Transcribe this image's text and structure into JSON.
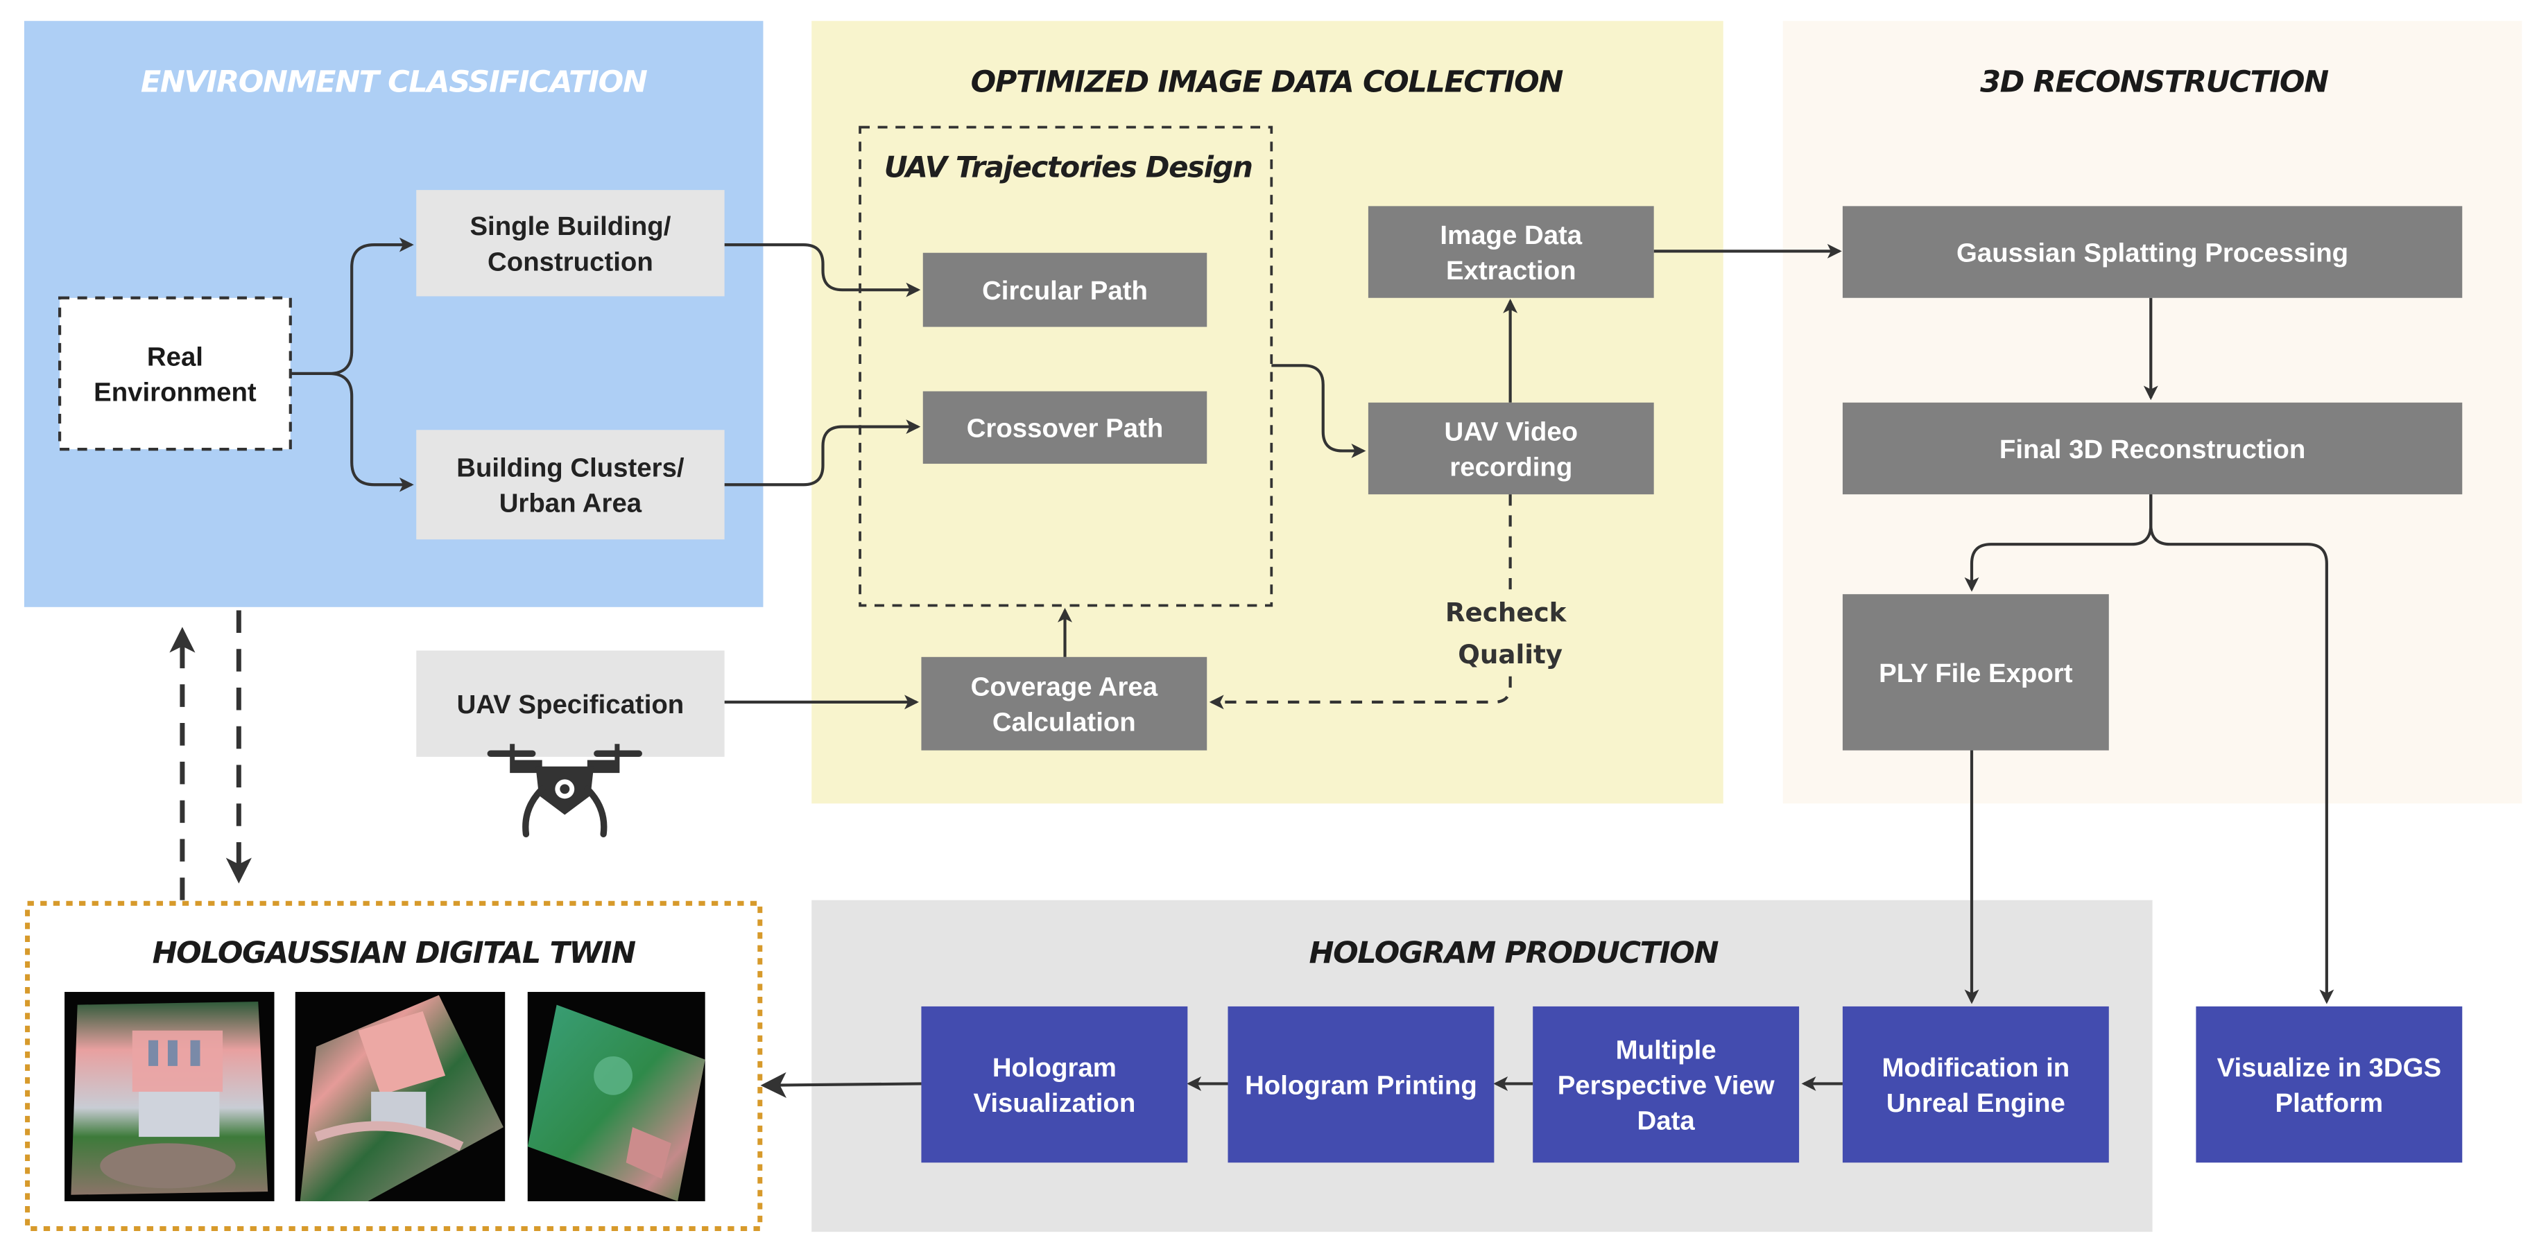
{
  "colors": {
    "env_panel": "#aecff5",
    "collect_panel": "#f8f4cd",
    "recon_panel": "#fdf8f1",
    "hologram_panel": "#e4e4e4",
    "twin_border": "#d79a2b",
    "gray_node": "#808080",
    "light_node": "#e5e5e5",
    "blue_node": "#434caf",
    "arrow": "#333333",
    "env_title": "#ffffff",
    "title_dark": "#1a1a1a"
  },
  "sections": {
    "environment": {
      "title": "ENVIRONMENT CLASSIFICATION"
    },
    "collection": {
      "title": "OPTIMIZED IMAGE DATA COLLECTION",
      "subgroup_title": "UAV Trajectories Design"
    },
    "reconstruction": {
      "title": "3D RECONSTRUCTION"
    },
    "hologram": {
      "title": "HOLOGRAM PRODUCTION"
    },
    "twin": {
      "title": "HOLOGAUSSIAN DIGITAL TWIN",
      "images": [
        {
          "alt": "Hologram photo of a single building with pink rooftop and surrounding greenery"
        },
        {
          "alt": "Hologram photo of building viewed at an angle with curved plaza"
        },
        {
          "alt": "Hologram photo of an urban area aerial view with green landscape"
        }
      ]
    }
  },
  "nodes": {
    "real_env": [
      "Real",
      "Environment"
    ],
    "single_building": [
      "Single Building/",
      "Construction"
    ],
    "building_clusters": [
      "Building Clusters/",
      "Urban Area"
    ],
    "uav_spec": [
      "UAV Specification"
    ],
    "circular_path": [
      "Circular Path"
    ],
    "crossover_path": [
      "Crossover Path"
    ],
    "coverage_area": [
      "Coverage Area",
      "Calculation"
    ],
    "uav_video": [
      "UAV Video",
      "recording"
    ],
    "image_extraction": [
      "Image Data",
      "Extraction"
    ],
    "gaussian_splatting": [
      "Gaussian Splatting Processing"
    ],
    "final_3d": [
      "Final 3D Reconstruction"
    ],
    "ply_export": [
      "PLY File Export"
    ],
    "unreal": [
      "Modification in",
      "Unreal Engine"
    ],
    "multi_view": [
      "Multiple",
      "Perspective View",
      "Data"
    ],
    "holo_print": [
      "Hologram Printing"
    ],
    "holo_vis": [
      "Hologram",
      "Visualization"
    ],
    "visualize_3dgs": [
      "Visualize in 3DGS",
      "Platform"
    ]
  },
  "edge_labels": {
    "recheck": [
      "Recheck",
      "Quality"
    ]
  },
  "icons": {
    "drone": "drone-icon"
  }
}
